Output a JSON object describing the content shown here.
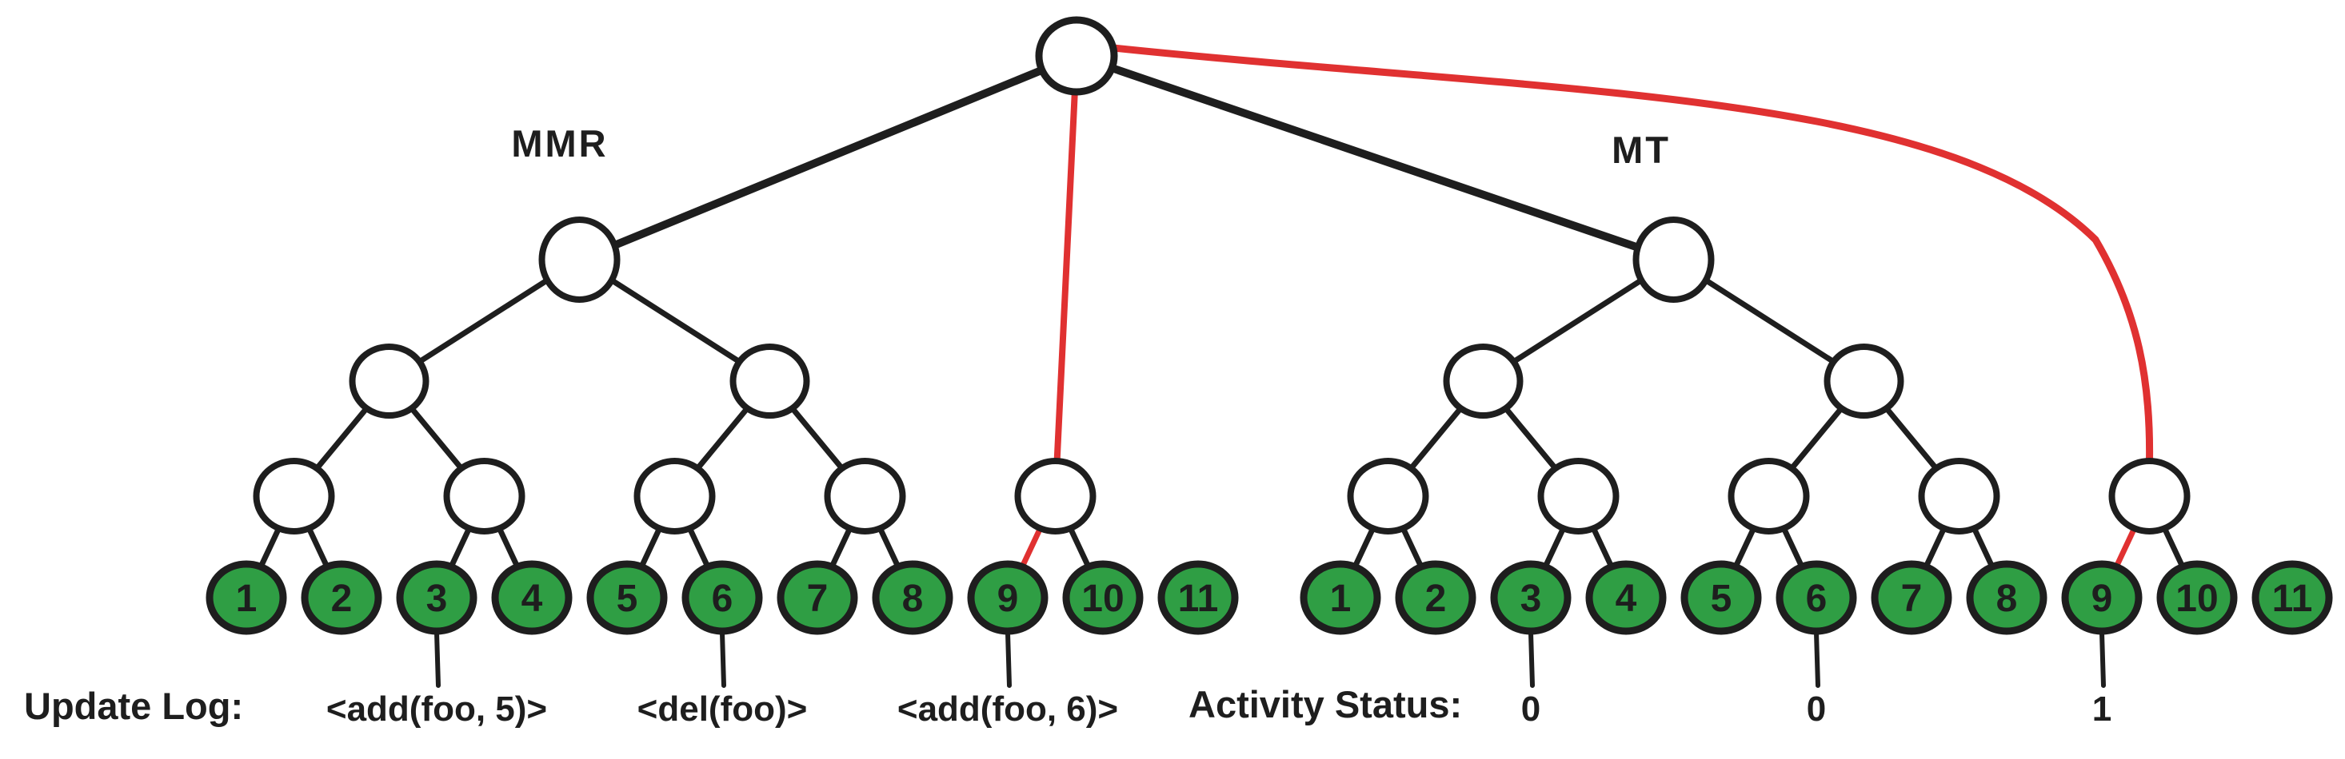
{
  "colors": {
    "background": "#ffffff",
    "ink": "#1e1e1e",
    "accent_red": "#e03131",
    "leaf_green": "#2f9e44",
    "node_fill": "#ffffff"
  },
  "trees": [
    {
      "id": "mmr",
      "label": "MMR",
      "leaves": [
        "1",
        "2",
        "3",
        "4",
        "5",
        "6",
        "7",
        "8",
        "9",
        "10",
        "11"
      ]
    },
    {
      "id": "mt",
      "label": "MT",
      "leaves": [
        "1",
        "2",
        "3",
        "4",
        "5",
        "6",
        "7",
        "8",
        "9",
        "10",
        "11"
      ]
    }
  ],
  "update_log": {
    "label": "Update Log:",
    "tree": "mmr",
    "entries": [
      {
        "leaf": 3,
        "text": "<add(foo, 5)>"
      },
      {
        "leaf": 6,
        "text": "<del(foo)>"
      },
      {
        "leaf": 9,
        "text": "<add(foo, 6)>"
      }
    ]
  },
  "activity_status": {
    "label": "Activity Status:",
    "tree": "mt",
    "entries": [
      {
        "leaf": 3,
        "text": "0"
      },
      {
        "leaf": 6,
        "text": "0"
      },
      {
        "leaf": 9,
        "text": "1"
      }
    ]
  },
  "topology": {
    "internal": [
      {
        "id": "n12",
        "row": "l3",
        "span": [
          1,
          2
        ]
      },
      {
        "id": "n34",
        "row": "l3",
        "span": [
          3,
          4
        ]
      },
      {
        "id": "n56",
        "row": "l3",
        "span": [
          5,
          6
        ]
      },
      {
        "id": "n78",
        "row": "l3",
        "span": [
          7,
          8
        ]
      },
      {
        "id": "n14",
        "row": "l2",
        "span": [
          1,
          4
        ]
      },
      {
        "id": "n58",
        "row": "l2",
        "span": [
          5,
          8
        ]
      },
      {
        "id": "n18",
        "row": "summit",
        "span": [
          1,
          8
        ]
      },
      {
        "id": "n910",
        "row": "l3",
        "span": [
          9,
          10
        ]
      }
    ],
    "edges": [
      {
        "from": "n18",
        "to": "n14"
      },
      {
        "from": "n18",
        "to": "n58"
      },
      {
        "from": "n14",
        "to": "n12"
      },
      {
        "from": "n14",
        "to": "n34"
      },
      {
        "from": "n58",
        "to": "n56"
      },
      {
        "from": "n58",
        "to": "n78"
      },
      {
        "from": "n12",
        "to": "leaf1"
      },
      {
        "from": "n12",
        "to": "leaf2"
      },
      {
        "from": "n34",
        "to": "leaf3"
      },
      {
        "from": "n34",
        "to": "leaf4"
      },
      {
        "from": "n56",
        "to": "leaf5"
      },
      {
        "from": "n56",
        "to": "leaf6"
      },
      {
        "from": "n78",
        "to": "leaf7"
      },
      {
        "from": "n78",
        "to": "leaf8"
      },
      {
        "from": "n910",
        "to": "leaf9",
        "color": "red"
      },
      {
        "from": "n910",
        "to": "leaf10"
      }
    ],
    "root_edges": [
      {
        "tree": 0,
        "to": "n18"
      },
      {
        "tree": 1,
        "to": "n18"
      },
      {
        "tree": 0,
        "to": "n910",
        "color": "red"
      },
      {
        "tree": 1,
        "to": "n910",
        "color": "red",
        "curved": true
      }
    ]
  }
}
